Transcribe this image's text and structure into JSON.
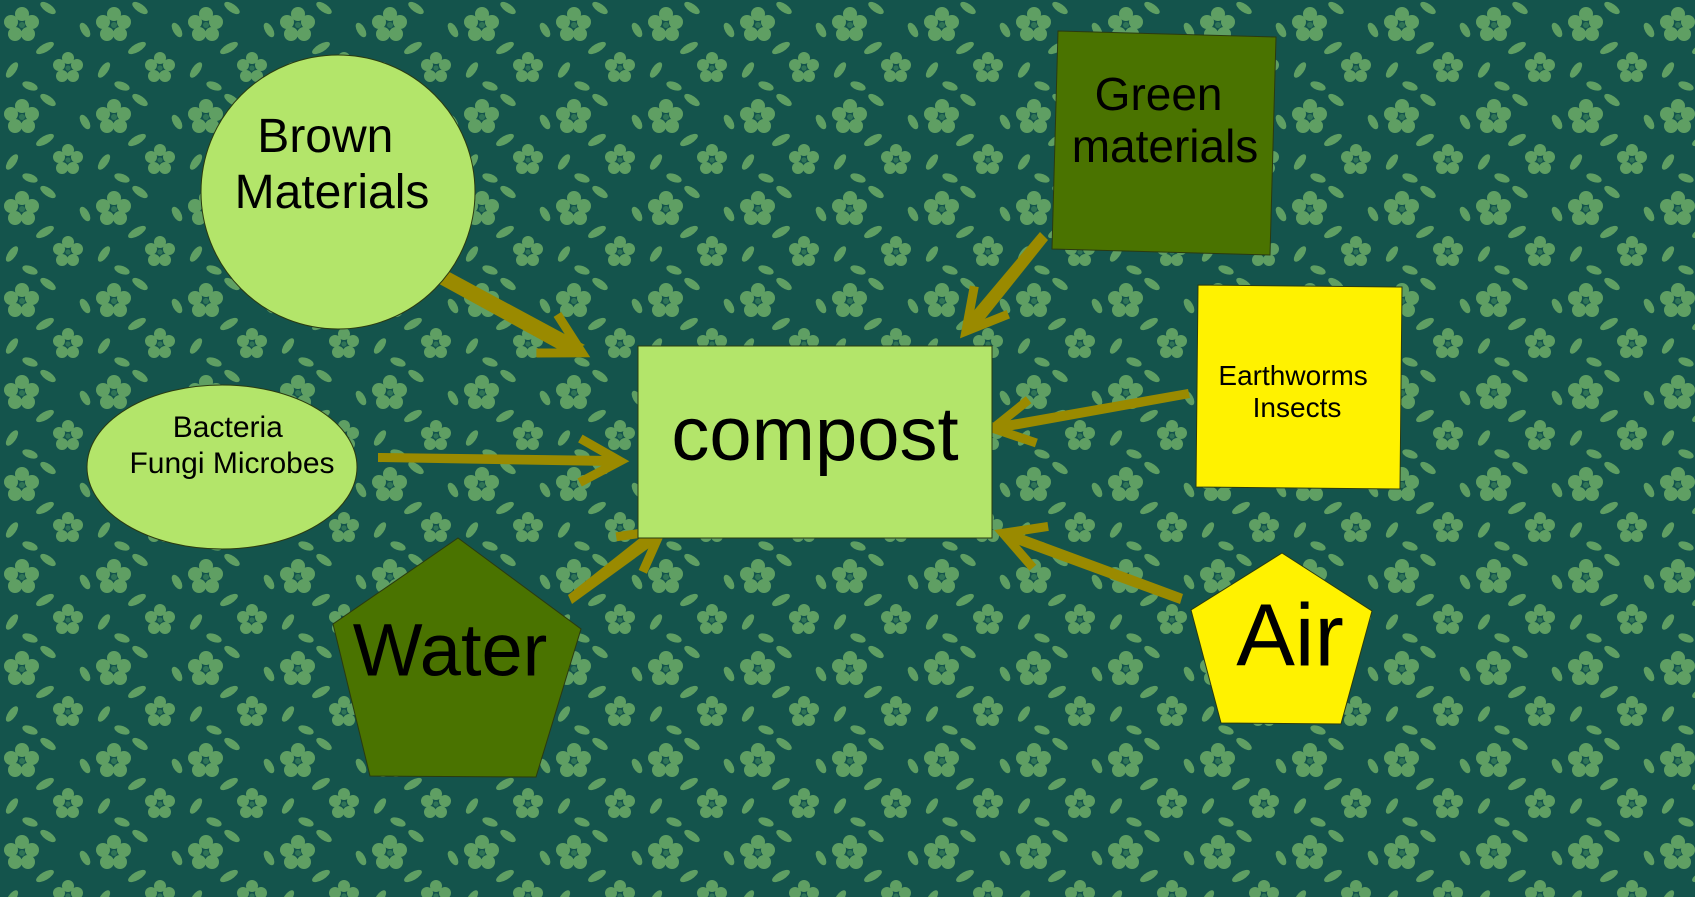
{
  "colors": {
    "background": "#14544c",
    "pattern_flower": "#5f9f63",
    "pattern_flower_center": "#2f7456",
    "light_green": "#b3e56a",
    "dark_green": "#4a7300",
    "yellow": "#fff200",
    "arrow": "#9a8a00",
    "stroke": "#2a3a10"
  },
  "nodes": {
    "compost": {
      "label": "compost",
      "shape": "rectangle",
      "color": "light_green"
    },
    "brown": {
      "label_lines": [
        "Brown",
        "Materials"
      ],
      "shape": "circle",
      "color": "light_green"
    },
    "green": {
      "label_lines": [
        "Green",
        "materials"
      ],
      "shape": "square",
      "color": "dark_green"
    },
    "bacteria": {
      "label_lines": [
        "Bacteria",
        "Fungi Microbes"
      ],
      "shape": "ellipse",
      "color": "light_green"
    },
    "earthworms": {
      "label_lines": [
        "Earthworms",
        "Insects"
      ],
      "shape": "square",
      "color": "yellow"
    },
    "water": {
      "label": "Water",
      "shape": "pentagon",
      "color": "dark_green"
    },
    "air": {
      "label": "Air",
      "shape": "pentagon",
      "color": "yellow"
    }
  },
  "edges": [
    {
      "from": "brown",
      "to": "compost"
    },
    {
      "from": "bacteria",
      "to": "compost"
    },
    {
      "from": "water",
      "to": "compost"
    },
    {
      "from": "green",
      "to": "compost"
    },
    {
      "from": "earthworms",
      "to": "compost"
    },
    {
      "from": "air",
      "to": "compost"
    }
  ]
}
